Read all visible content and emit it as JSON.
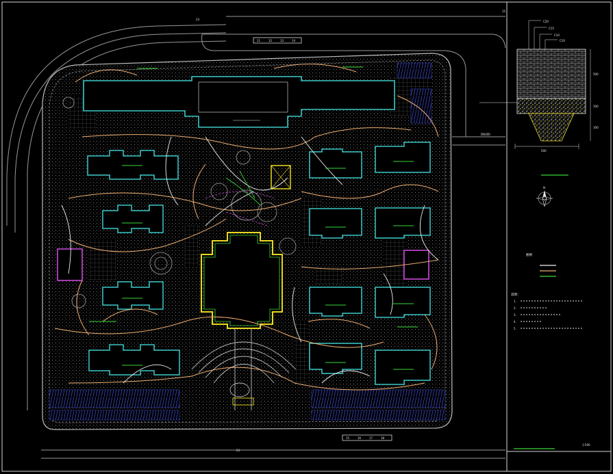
{
  "colors": {
    "background": "#000000",
    "building_outline": "#3cc8c8",
    "road_line": "#9a9a9a",
    "pipe_orange": "#f3b074",
    "pipe_white": "#f2f2f2",
    "pipe_green": "#38d838",
    "accent_magenta": "#c848d8",
    "accent_yellow": "#e8d820",
    "parking_blue": "#3c48c8",
    "frame": "#d8d8d8"
  },
  "plan": {
    "top_road_label": "23",
    "bottom_road_label": "23",
    "right_frame_mark": "15",
    "gate_top_labels": [
      "11",
      "12",
      "13",
      "14"
    ],
    "gate_bottom_labels": [
      "15",
      "16",
      "17",
      "18"
    ],
    "pipe_outlet_label": "DN300"
  },
  "detail": {
    "dims": [
      "500",
      "100",
      "100",
      "500"
    ],
    "callouts": [
      "C20",
      "C15",
      "C10",
      "C10"
    ],
    "caption_bar": ""
  },
  "compass": {
    "label": "N"
  },
  "legend": {
    "heading": "图例",
    "items": [
      "",
      "",
      ""
    ]
  },
  "notes": {
    "heading": "说明：",
    "lines": [
      "1.",
      "2.",
      "3.",
      "4.",
      "5."
    ]
  },
  "title_block": {
    "title": "",
    "scale": "1:500"
  },
  "icons": {
    "compass": "north-arrow-icon"
  }
}
